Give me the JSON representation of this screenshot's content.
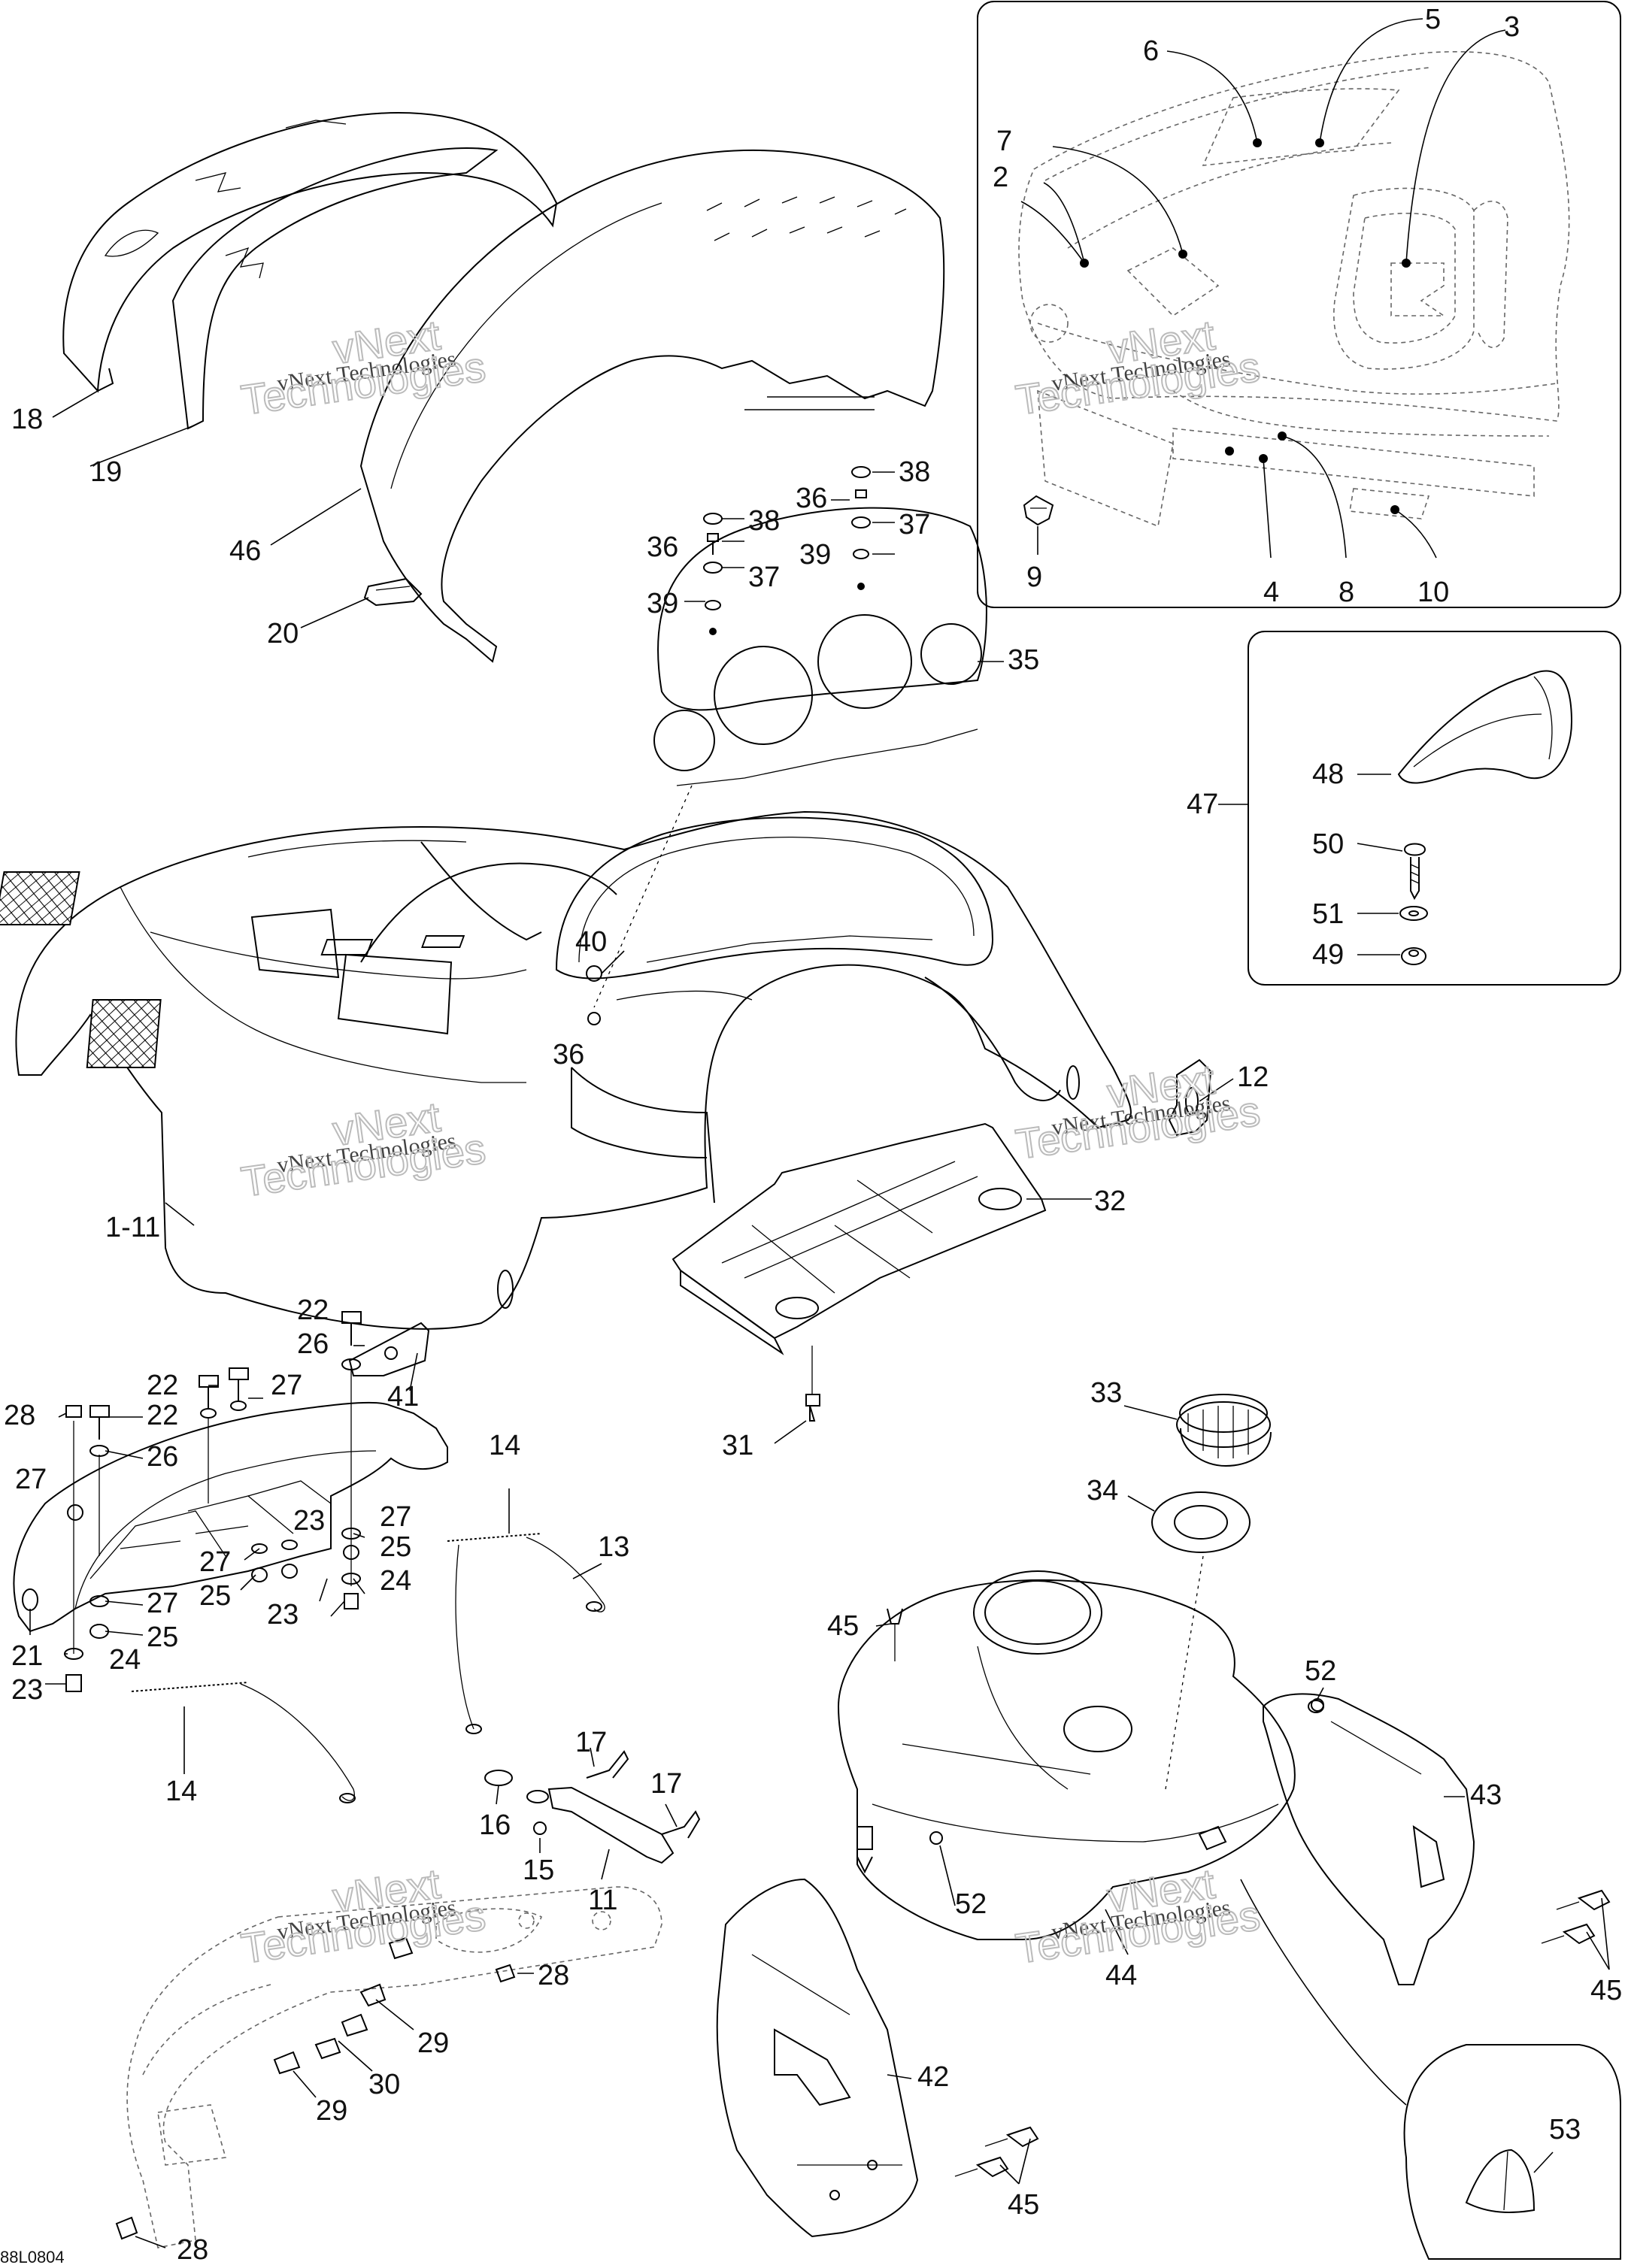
{
  "diagram_code": "88L0804",
  "watermark": {
    "line1": "vNext Technologies",
    "line2": "vNext",
    "line3": "Technologies"
  },
  "callouts": [
    {
      "id": "c1-11",
      "label": "1-11"
    },
    {
      "id": "c2",
      "label": "2"
    },
    {
      "id": "c3",
      "label": "3"
    },
    {
      "id": "c4",
      "label": "4"
    },
    {
      "id": "c5",
      "label": "5"
    },
    {
      "id": "c6",
      "label": "6"
    },
    {
      "id": "c7",
      "label": "7"
    },
    {
      "id": "c8",
      "label": "8"
    },
    {
      "id": "c9",
      "label": "9"
    },
    {
      "id": "c10",
      "label": "10"
    },
    {
      "id": "c11",
      "label": "11"
    },
    {
      "id": "c12",
      "label": "12"
    },
    {
      "id": "c13",
      "label": "13"
    },
    {
      "id": "c14a",
      "label": "14"
    },
    {
      "id": "c14b",
      "label": "14"
    },
    {
      "id": "c15",
      "label": "15"
    },
    {
      "id": "c16",
      "label": "16"
    },
    {
      "id": "c17a",
      "label": "17"
    },
    {
      "id": "c17b",
      "label": "17"
    },
    {
      "id": "c18",
      "label": "18"
    },
    {
      "id": "c19",
      "label": "19"
    },
    {
      "id": "c20",
      "label": "20"
    },
    {
      "id": "c21",
      "label": "21"
    },
    {
      "id": "c22a",
      "label": "22"
    },
    {
      "id": "c22b",
      "label": "22"
    },
    {
      "id": "c22c",
      "label": "22"
    },
    {
      "id": "c23a",
      "label": "23"
    },
    {
      "id": "c23b",
      "label": "23"
    },
    {
      "id": "c23c",
      "label": "23"
    },
    {
      "id": "c24a",
      "label": "24"
    },
    {
      "id": "c24b",
      "label": "24"
    },
    {
      "id": "c25a",
      "label": "25"
    },
    {
      "id": "c25b",
      "label": "25"
    },
    {
      "id": "c25c",
      "label": "25"
    },
    {
      "id": "c26a",
      "label": "26"
    },
    {
      "id": "c26b",
      "label": "26"
    },
    {
      "id": "c27a",
      "label": "27"
    },
    {
      "id": "c27b",
      "label": "27"
    },
    {
      "id": "c27c",
      "label": "27"
    },
    {
      "id": "c27d",
      "label": "27"
    },
    {
      "id": "c27e",
      "label": "27"
    },
    {
      "id": "c28a",
      "label": "28"
    },
    {
      "id": "c28b",
      "label": "28"
    },
    {
      "id": "c28c",
      "label": "28"
    },
    {
      "id": "c29a",
      "label": "29"
    },
    {
      "id": "c29b",
      "label": "29"
    },
    {
      "id": "c30",
      "label": "30"
    },
    {
      "id": "c31",
      "label": "31"
    },
    {
      "id": "c32",
      "label": "32"
    },
    {
      "id": "c33",
      "label": "33"
    },
    {
      "id": "c34",
      "label": "34"
    },
    {
      "id": "c35",
      "label": "35"
    },
    {
      "id": "c36a",
      "label": "36"
    },
    {
      "id": "c36b",
      "label": "36"
    },
    {
      "id": "c36c",
      "label": "36"
    },
    {
      "id": "c37a",
      "label": "37"
    },
    {
      "id": "c37b",
      "label": "37"
    },
    {
      "id": "c38a",
      "label": "38"
    },
    {
      "id": "c38b",
      "label": "38"
    },
    {
      "id": "c39a",
      "label": "39"
    },
    {
      "id": "c39b",
      "label": "39"
    },
    {
      "id": "c40",
      "label": "40"
    },
    {
      "id": "c41",
      "label": "41"
    },
    {
      "id": "c42",
      "label": "42"
    },
    {
      "id": "c43",
      "label": "43"
    },
    {
      "id": "c44",
      "label": "44"
    },
    {
      "id": "c45a",
      "label": "45"
    },
    {
      "id": "c45b",
      "label": "45"
    },
    {
      "id": "c45c",
      "label": "45"
    },
    {
      "id": "c46",
      "label": "46"
    },
    {
      "id": "c47",
      "label": "47"
    },
    {
      "id": "c48",
      "label": "48"
    },
    {
      "id": "c49",
      "label": "49"
    },
    {
      "id": "c50",
      "label": "50"
    },
    {
      "id": "c51",
      "label": "51"
    },
    {
      "id": "c52a",
      "label": "52"
    },
    {
      "id": "c52b",
      "label": "52"
    },
    {
      "id": "c53",
      "label": "53"
    }
  ]
}
